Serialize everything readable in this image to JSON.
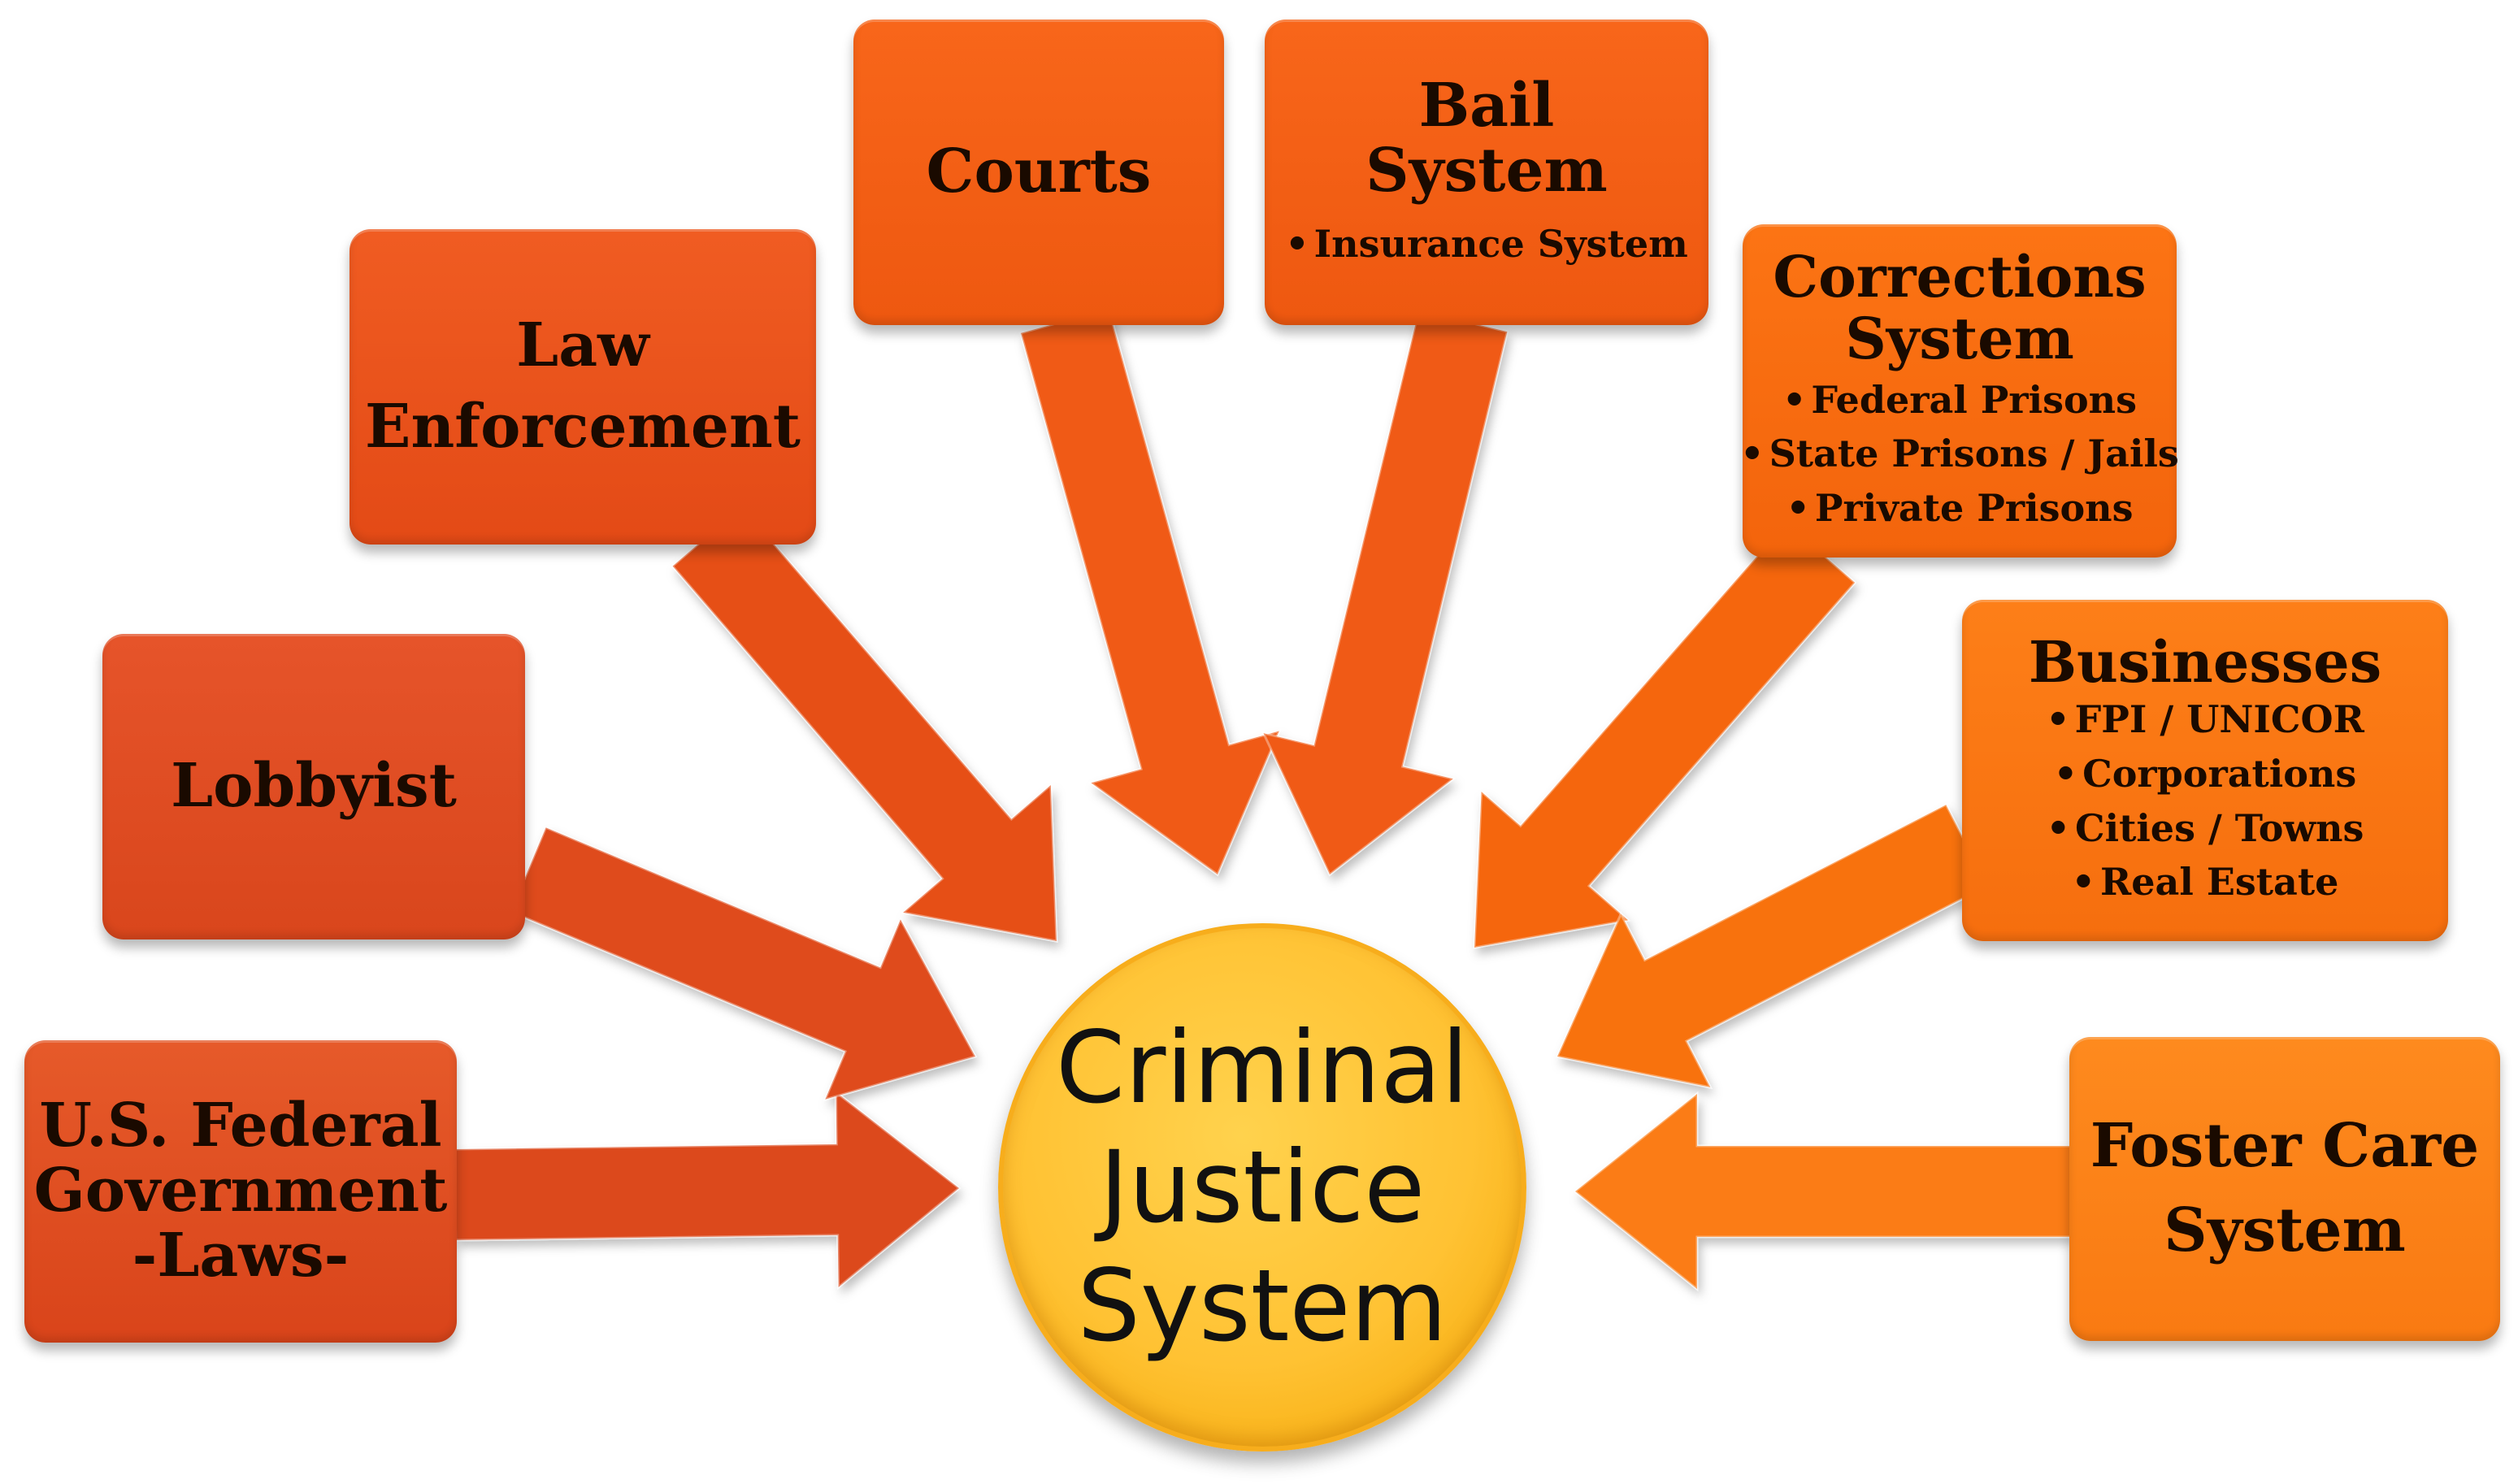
{
  "colors": {
    "dark_red": "#e04a1e",
    "red_orange": "#ef5a12",
    "orange": "#f86b0e",
    "light_orange": "#fc7f12",
    "center_yellow": "#ffc233",
    "arrow_start": "#d9421c",
    "arrow_end": "#ff7a18"
  },
  "center": {
    "line1": "Criminal",
    "line2": "Justice",
    "line3": "System"
  },
  "nodes": {
    "federal_gov": {
      "line1": "U.S. Federal",
      "line2": "Government",
      "line3": "-Laws-"
    },
    "lobbyist": {
      "title": "Lobbyist"
    },
    "law_enforcement": {
      "line1": "Law",
      "line2": "Enforcement"
    },
    "courts": {
      "title": "Courts"
    },
    "bail": {
      "line1": "Bail",
      "line2": "System",
      "items": [
        "Insurance System"
      ]
    },
    "corrections": {
      "line1": "Corrections",
      "line2": "System",
      "items": [
        "Federal Prisons",
        "State Prisons / Jails",
        "Private Prisons"
      ]
    },
    "businesses": {
      "title": "Businesses",
      "items": [
        "FPI / UNICOR",
        "Corporations",
        "Cities / Towns",
        "Real Estate"
      ]
    },
    "foster_care": {
      "line1": "Foster Care",
      "line2": "System"
    }
  }
}
